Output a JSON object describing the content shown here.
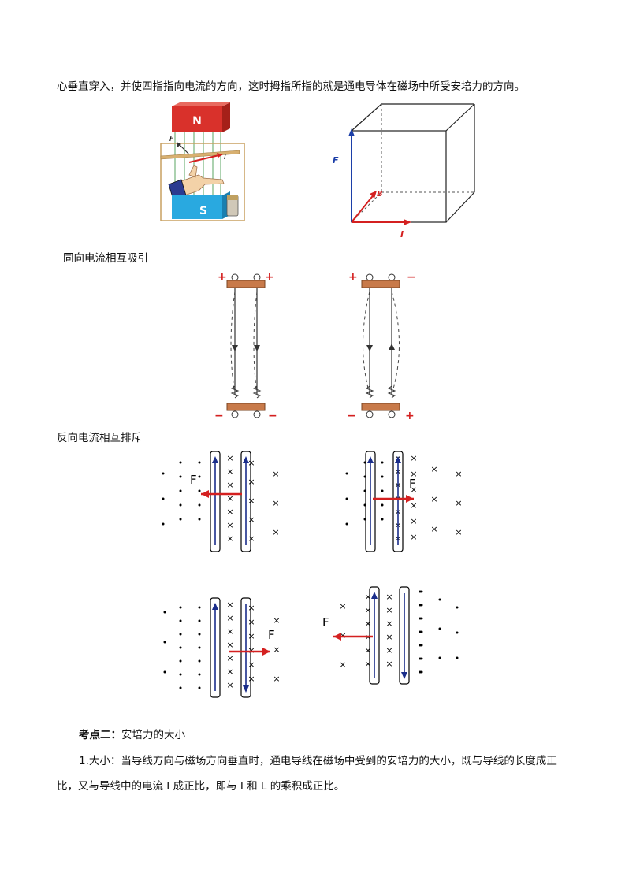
{
  "intro_line": "心垂直穿入，并使四指指向电流的方向，这时拇指所指的就是通电导体在磁场中所受安培力的方向。",
  "hand_figure": {
    "north": "N",
    "south": "S",
    "force": "F",
    "current": "I"
  },
  "cube_figure": {
    "force": "F",
    "field": "B",
    "current": "I"
  },
  "caption_attract": "同向电流相互吸引",
  "caption_repel": "反向电流相互排斥",
  "wire_figures": {
    "force_label": "F"
  },
  "section": {
    "heading": "考点二：",
    "heading_rest": "安培力的大小",
    "para_line1": "1.大小：当导线方向与磁场方向垂直时，通电导线在磁场中受到的安培力的大小，既与导线的长度成正",
    "para_line2": "比，又与导线中的电流 I 成正比，即与 I 和 L 的乘积成正比。"
  },
  "colors": {
    "force_arrow": "#d42020",
    "current_arrow": "#1a2d8a",
    "magnet_red": "#d9312b",
    "magnet_blue": "#29a9e0"
  }
}
